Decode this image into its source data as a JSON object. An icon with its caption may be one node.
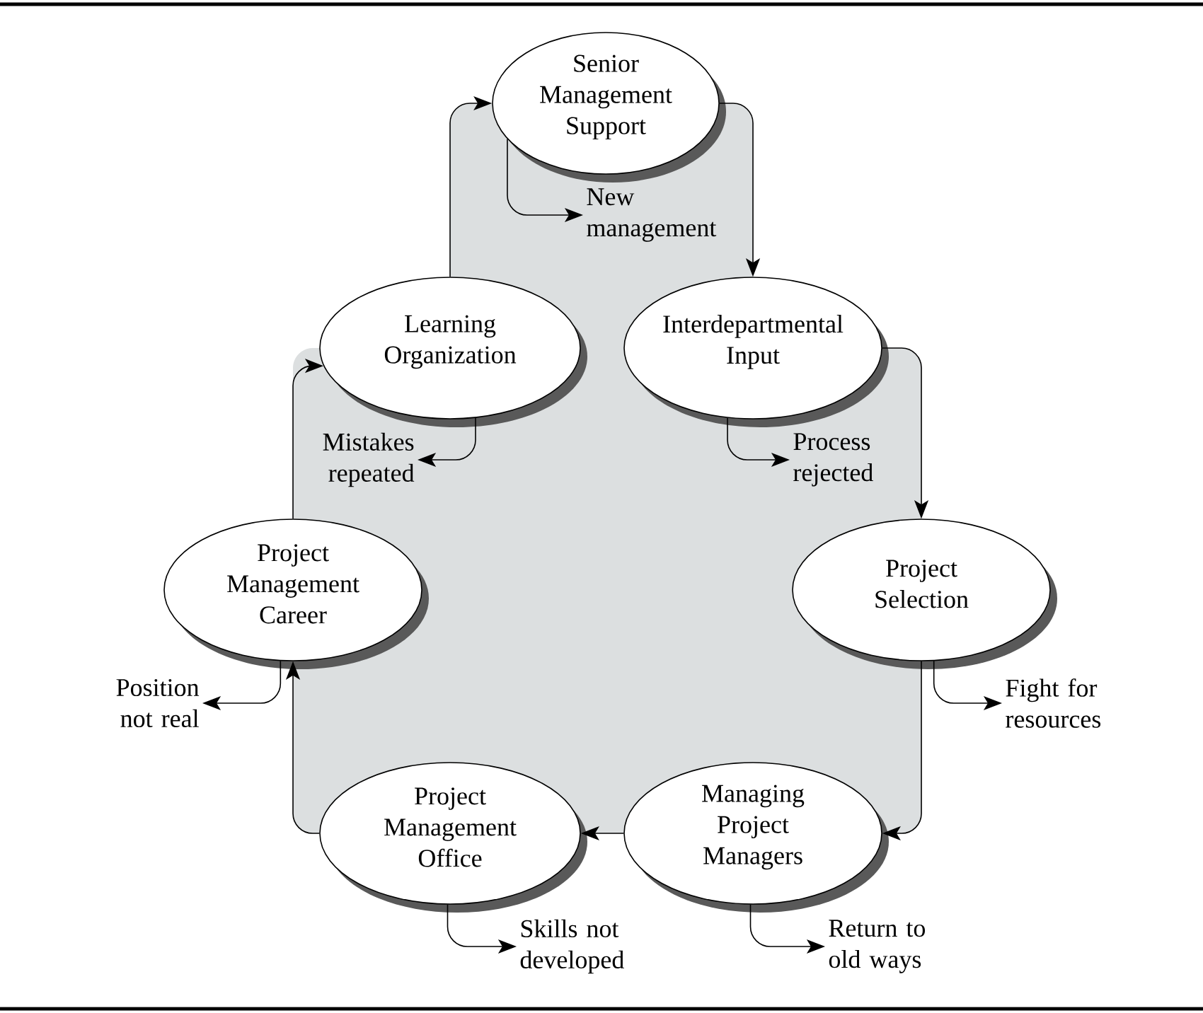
{
  "diagram": {
    "nodes": [
      {
        "text": [
          "Senior Management Support"
        ]
      },
      {
        "text": [
          "Interdepartmental Input"
        ]
      },
      {
        "text": [
          "Project Selection"
        ]
      },
      {
        "text": [
          "Managing Project Managers"
        ]
      },
      {
        "text": [
          "Project Management Office"
        ]
      },
      {
        "text": [
          "Project Management Career"
        ]
      },
      {
        "text": [
          "Learning Organization"
        ]
      },
      {
        "text": [
          "New management"
        ]
      },
      {
        "text": [
          "Process rejected"
        ]
      },
      {
        "text": [
          "Mistakes repeated"
        ]
      },
      {
        "text": [
          "Fight for resources"
        ]
      },
      {
        "text": [
          "Return to old ways"
        ]
      },
      {
        "text": [
          "Skills not developed"
        ]
      },
      {
        "text": [
          "Position not real"
        ]
      }
    ],
    "edges": [
      {
        "from": 0,
        "to": 1,
        "arrow": "to"
      },
      {
        "from": 1,
        "to": 2,
        "arrow": "to"
      },
      {
        "from": 2,
        "to": 3,
        "arrow": "to"
      },
      {
        "from": 3,
        "to": 4,
        "arrow": "to"
      },
      {
        "from": 4,
        "to": 5,
        "arrow": "to"
      },
      {
        "from": 5,
        "to": 6,
        "arrow": "to"
      },
      {
        "from": 6,
        "to": 0,
        "arrow": "to"
      },
      {
        "from": 0,
        "to": 7,
        "arrow": "to"
      },
      {
        "from": 1,
        "to": 8,
        "arrow": "to"
      },
      {
        "from": 6,
        "to": 9,
        "arrow": "to"
      },
      {
        "from": 2,
        "to": 10,
        "arrow": "to"
      },
      {
        "from": 3,
        "to": 11,
        "arrow": "to"
      },
      {
        "from": 4,
        "to": 12,
        "arrow": "to"
      },
      {
        "from": 5,
        "to": 13,
        "arrow": "to"
      }
    ]
  }
}
